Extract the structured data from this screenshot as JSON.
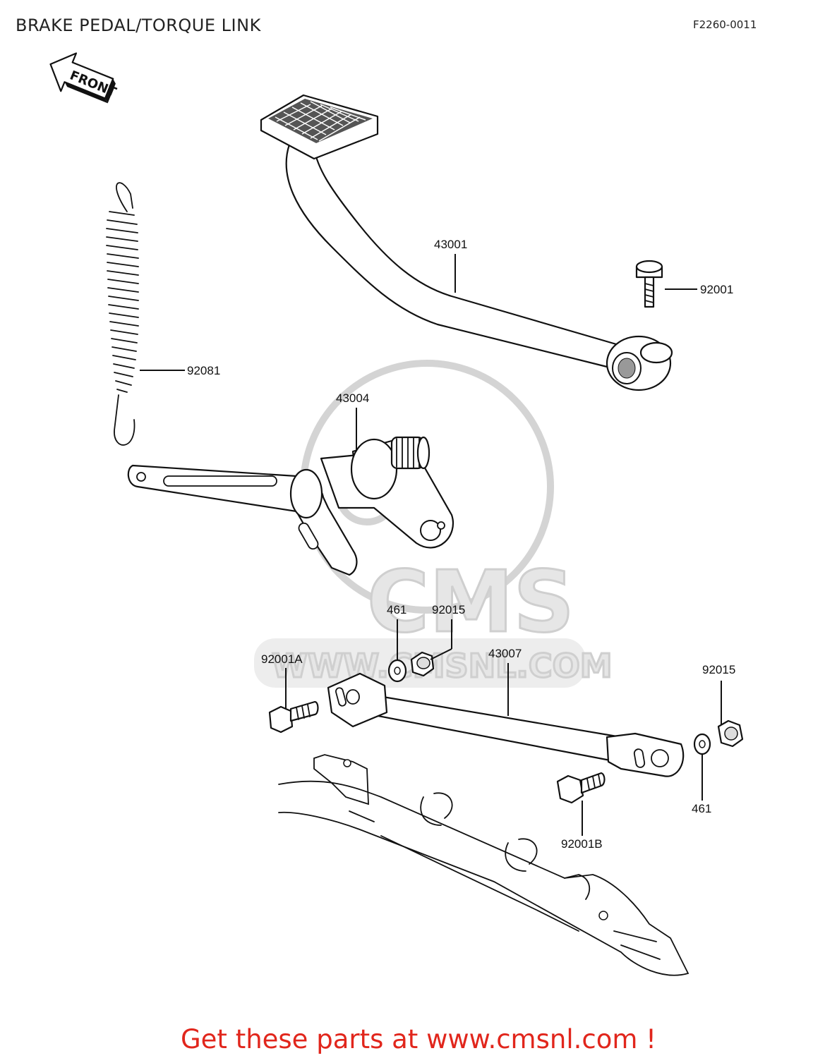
{
  "header": {
    "title": "BRAKE PEDAL/TORQUE LINK",
    "diagram_code": "F2260-0011"
  },
  "arrow": {
    "label": "FRONT"
  },
  "callouts": {
    "c43001": "43001",
    "c92001": "92001",
    "c92081": "92081",
    "c43004": "43004",
    "c461a": "461",
    "c92015a": "92015",
    "c43007": "43007",
    "c92001A": "92001A",
    "c92015b": "92015",
    "c461b": "461",
    "c92001B": "92001B"
  },
  "watermark": {
    "logo": "CMS",
    "url": "WWW.CMSNL.COM"
  },
  "footer": {
    "text": "Get these parts at www.cmsnl.com !"
  }
}
